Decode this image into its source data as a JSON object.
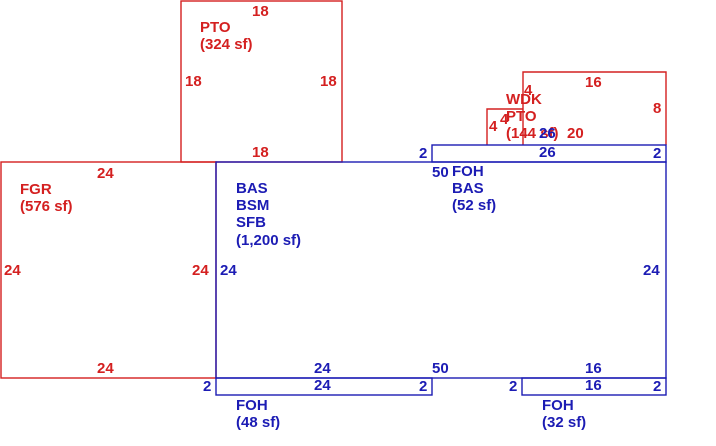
{
  "colors": {
    "red": "#d42020",
    "blue": "#1c1cb4",
    "background": "#ffffff"
  },
  "areas": {
    "pto_top": {
      "lines": [
        "PTO",
        "(324 sf)"
      ]
    },
    "fgr": {
      "lines": [
        "FGR",
        "(576 sf)"
      ]
    },
    "bas_main": {
      "lines": [
        "BAS",
        "BSM",
        "SFB",
        "(1,200 sf)"
      ]
    },
    "foh_bas": {
      "lines": [
        "FOH",
        "BAS",
        "(52 sf)"
      ]
    },
    "wdk_pto": {
      "lines": [
        "WDK",
        "PTO",
        "(144 sf)"
      ]
    },
    "foh_left": {
      "lines": [
        "FOH",
        "(48 sf)"
      ]
    },
    "foh_right": {
      "lines": [
        "FOH",
        "(32 sf)"
      ]
    }
  },
  "dims": {
    "pto_top": {
      "top": "18",
      "left": "18",
      "right": "18",
      "bottom": "18"
    },
    "fgr": {
      "top": "24",
      "left": "24",
      "right": "24",
      "bottom": "24"
    },
    "bas_main": {
      "left": "24",
      "right": "24",
      "bottom_a": "24",
      "bottom_b": "50",
      "bottom_c": "16"
    },
    "foh_bas": {
      "left": "2",
      "top": "26",
      "right": "2",
      "left_long": "50"
    },
    "wdk_pto": {
      "top": "16",
      "right": "8",
      "mid": "20",
      "inner_mid": "26",
      "small_top": "4",
      "small_left": "4",
      "small_inner": "4"
    },
    "foh_left": {
      "left": "2",
      "top": "24",
      "right": "2"
    },
    "foh_right": {
      "left": "2",
      "top": "16",
      "right": "2"
    }
  }
}
